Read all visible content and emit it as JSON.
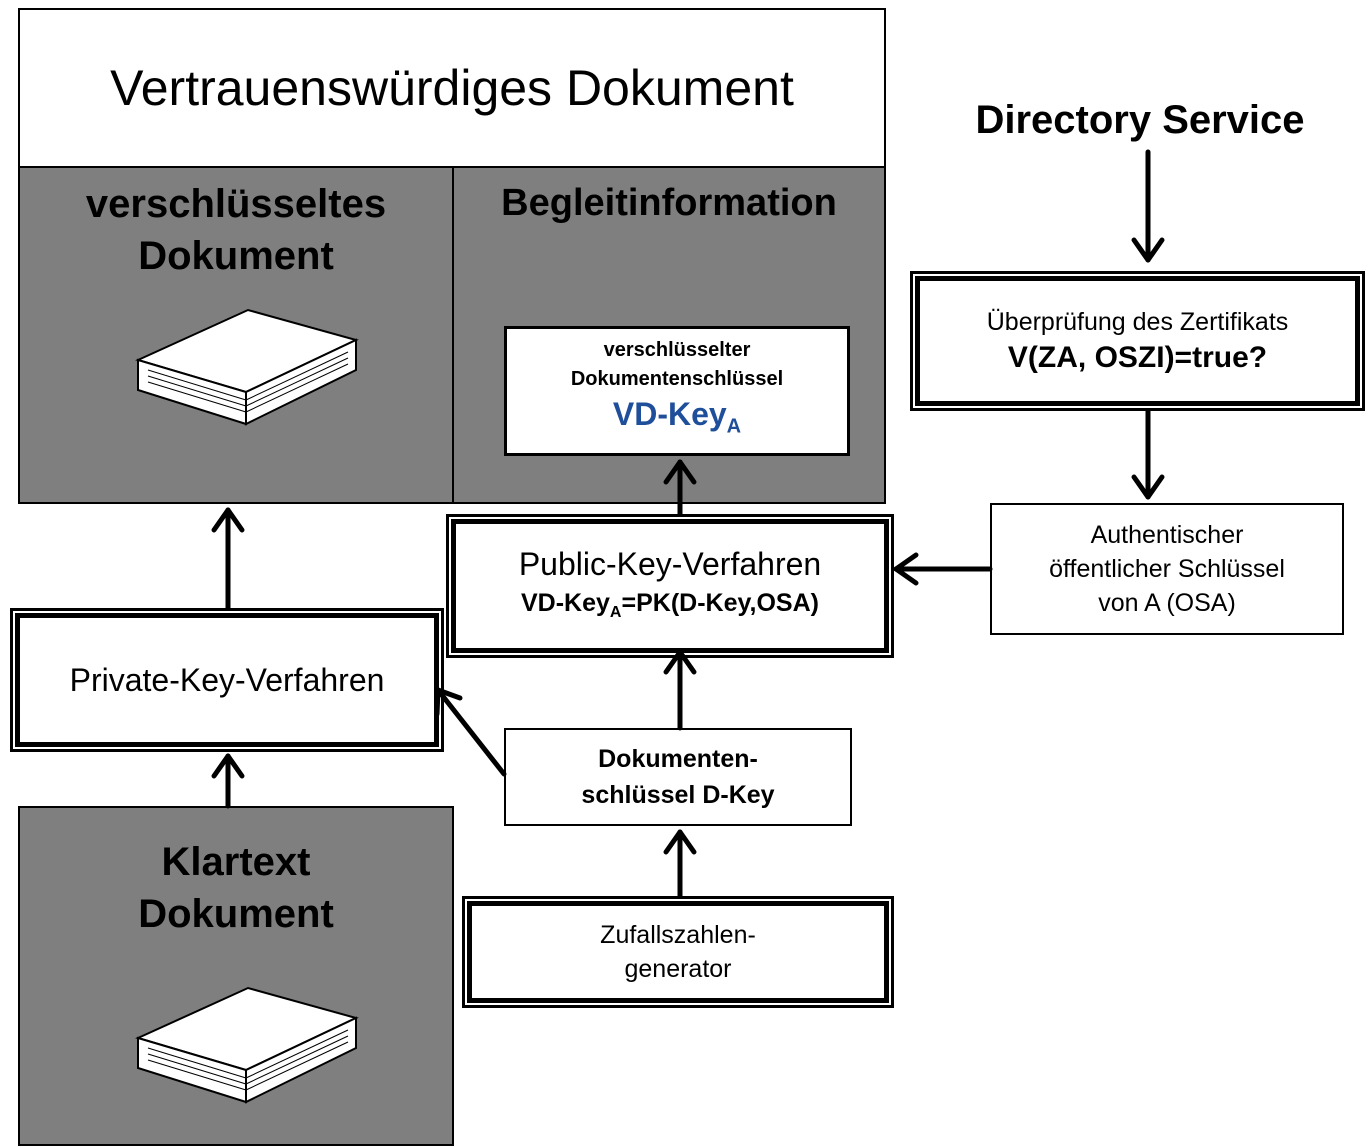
{
  "title": "Vertrauenswürdiges Dokument",
  "encrypted_doc": {
    "line1": "verschlüsseltes",
    "line2": "Dokument"
  },
  "companion_info": {
    "header": "Begleitinformation"
  },
  "encrypted_key_box": {
    "line1": "verschlüsselter",
    "line2": "Dokumentenschlüssel",
    "key_main": "VD-Key",
    "key_sub": "A"
  },
  "directory_service": "Directory Service",
  "cert_check": {
    "line1": "Überprüfung des Zertifikats",
    "line2": "V(ZA, OSZI)=true?"
  },
  "auth_key": {
    "line1": "Authentischer",
    "line2": "öffentlicher Schlüssel",
    "line3": "von A (OSA)"
  },
  "public_key": {
    "line1": "Public-Key-Verfahren",
    "formula_main": "VD-Key",
    "formula_sub": "A",
    "formula_rest": "=PK(D-Key,OSA)"
  },
  "private_key": {
    "label": "Private-Key-Verfahren"
  },
  "doc_key": {
    "line1": "Dokumenten-",
    "line2": "schlüssel D-Key"
  },
  "rng": {
    "line1": "Zufallszahlen-",
    "line2": "generator"
  },
  "plaintext": {
    "line1": "Klartext",
    "line2": "Dokument"
  },
  "colors": {
    "panel_gray": "#7f7f7f",
    "key_blue": "#1f4e9a"
  }
}
